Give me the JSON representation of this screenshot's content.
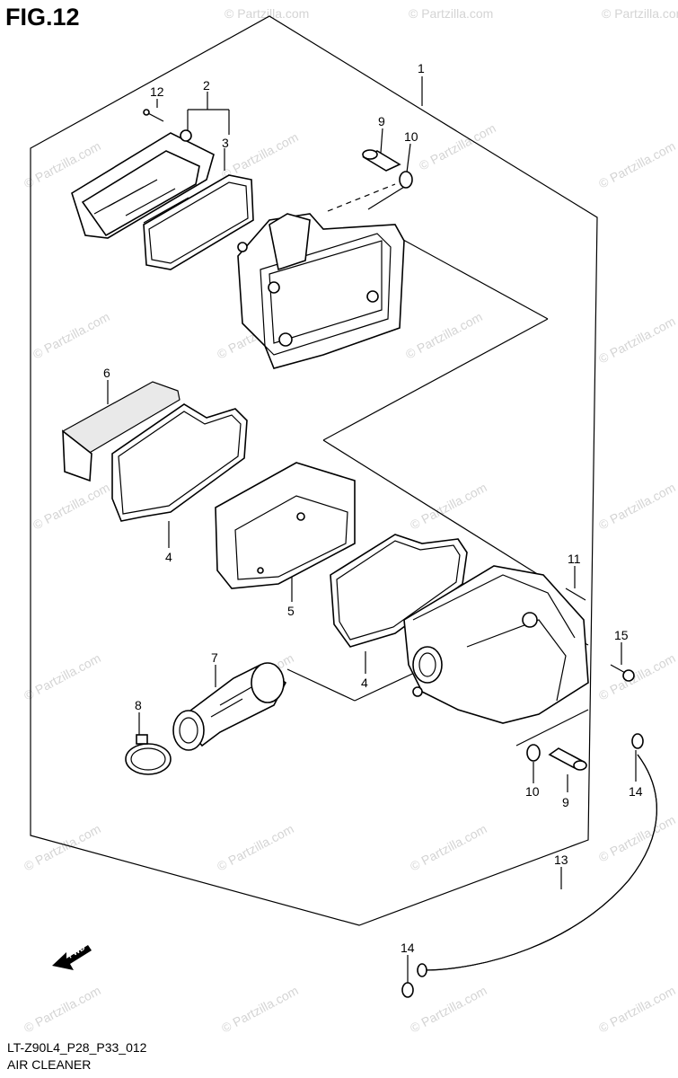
{
  "figure": {
    "title": "FIG.12"
  },
  "watermark": "© Partzilla.com",
  "direction_label": "FWD",
  "callouts": {
    "c1": "1",
    "c2": "2",
    "c3": "3",
    "c4a": "4",
    "c4b": "4",
    "c5": "5",
    "c6": "6",
    "c7": "7",
    "c8": "8",
    "c9a": "9",
    "c9b": "9",
    "c10a": "10",
    "c10b": "10",
    "c11": "11",
    "c12": "12",
    "c13": "13",
    "c14a": "14",
    "c14b": "14",
    "c15": "15"
  },
  "footer": {
    "code": "LT-Z90L4_P28_P33_012",
    "name": "AIR CLEANER"
  }
}
